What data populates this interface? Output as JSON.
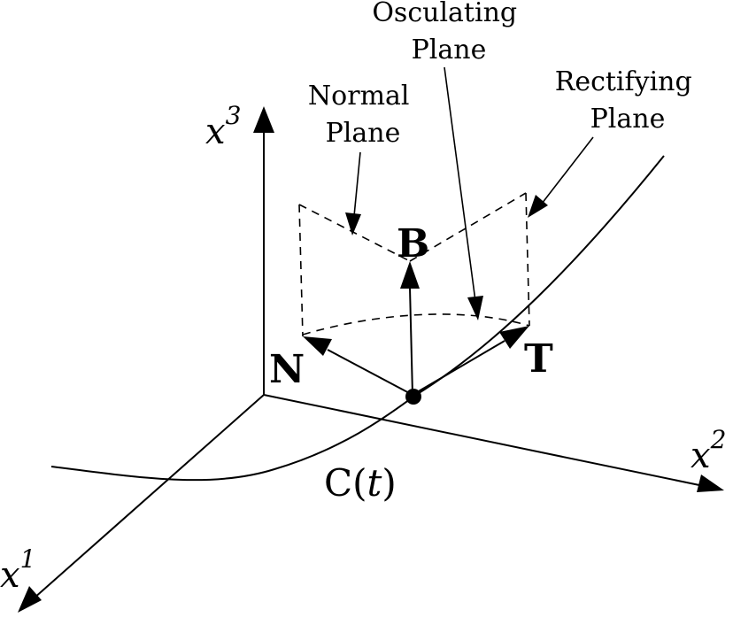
{
  "axes": {
    "x1": {
      "base": "x",
      "sup": "1"
    },
    "x2": {
      "base": "x",
      "sup": "2"
    },
    "x3": {
      "base": "x",
      "sup": "3"
    }
  },
  "vectors": {
    "tangent": "T",
    "normal": "N",
    "binormal": "B"
  },
  "curve": {
    "label_prefix": "C(",
    "label_var": "t",
    "label_suffix": ")"
  },
  "planes": {
    "osculating": {
      "line1": "Osculating",
      "line2": "Plane"
    },
    "normal": {
      "line1": "Normal",
      "line2": "Plane"
    },
    "rectifying": {
      "line1": "Rectifying",
      "line2": "Plane"
    }
  },
  "colors": {
    "ink": "#000000",
    "background": "#ffffff"
  }
}
